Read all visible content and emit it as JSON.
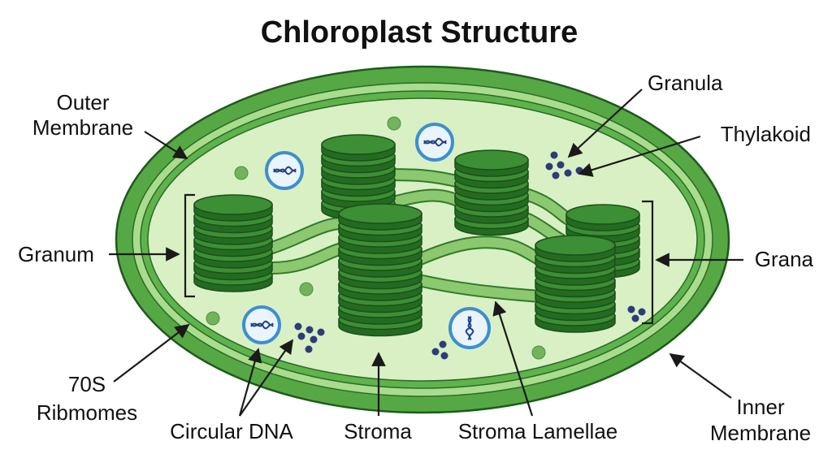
{
  "title": "Chloroplast Structure",
  "labels": {
    "outer_membrane": [
      "Outer",
      "Membrane"
    ],
    "granum": "Granum",
    "ribosomes": [
      "70S",
      "Ribmomes"
    ],
    "circular_dna": "Circular DNA",
    "stroma": "Stroma",
    "stroma_lamellae": "Stroma Lamellae",
    "inner_membrane": [
      "Inner",
      "Membrane"
    ],
    "grana": "Grana",
    "thylakoid": "Thylakoid",
    "granula": "Granula"
  },
  "colors": {
    "outer_membrane": "#56a845",
    "membrane_gap": "#a9dc8c",
    "inner_membrane": "#5fb34c",
    "stroma": "#d8f0c4",
    "thylakoid": "#3c8f34",
    "thylakoid_dark": "#246b22",
    "lamella": "#8cc870",
    "dna_ring": "#3e8ed0",
    "dna_strand": "#1f3f8a",
    "granule": "#2e3a7a",
    "ribosome_dot": "#72b45e"
  },
  "icons": [
    "dna-helix-icon"
  ]
}
